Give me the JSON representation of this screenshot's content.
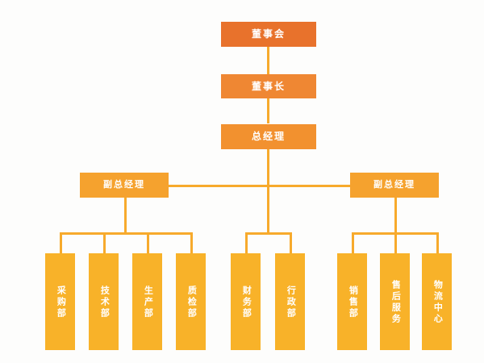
{
  "chart": {
    "type": "org-chart",
    "title": "",
    "orientation": "top-down",
    "colors": {
      "level_top": "#e8722c",
      "level_chair": "#ef8733",
      "level_gm": "#f2912f",
      "level_vgm": "#f5a22e",
      "level_dept": "#f8b229",
      "connector": "#f7aa2c",
      "background": "#fdfdfc",
      "label_text": "#ffffff"
    },
    "nodes": {
      "board": {
        "label": "董事会",
        "level": 1
      },
      "chairman": {
        "label": "董事长",
        "level": 2
      },
      "general_manager": {
        "label": "总经理",
        "level": 3
      },
      "vice_gm_left": {
        "label": "副总经理",
        "level": 4
      },
      "vice_gm_right": {
        "label": "副总经理",
        "level": 4
      }
    },
    "departments": {
      "left_group": [
        {
          "label": "采购部"
        },
        {
          "label": "技术部"
        },
        {
          "label": "生产部"
        },
        {
          "label": "质检部"
        }
      ],
      "center_group": [
        {
          "label": "财务部"
        },
        {
          "label": "行政部"
        }
      ],
      "right_group": [
        {
          "label": "销售部"
        },
        {
          "label": "售后服务"
        },
        {
          "label": "物流中心"
        }
      ]
    }
  }
}
